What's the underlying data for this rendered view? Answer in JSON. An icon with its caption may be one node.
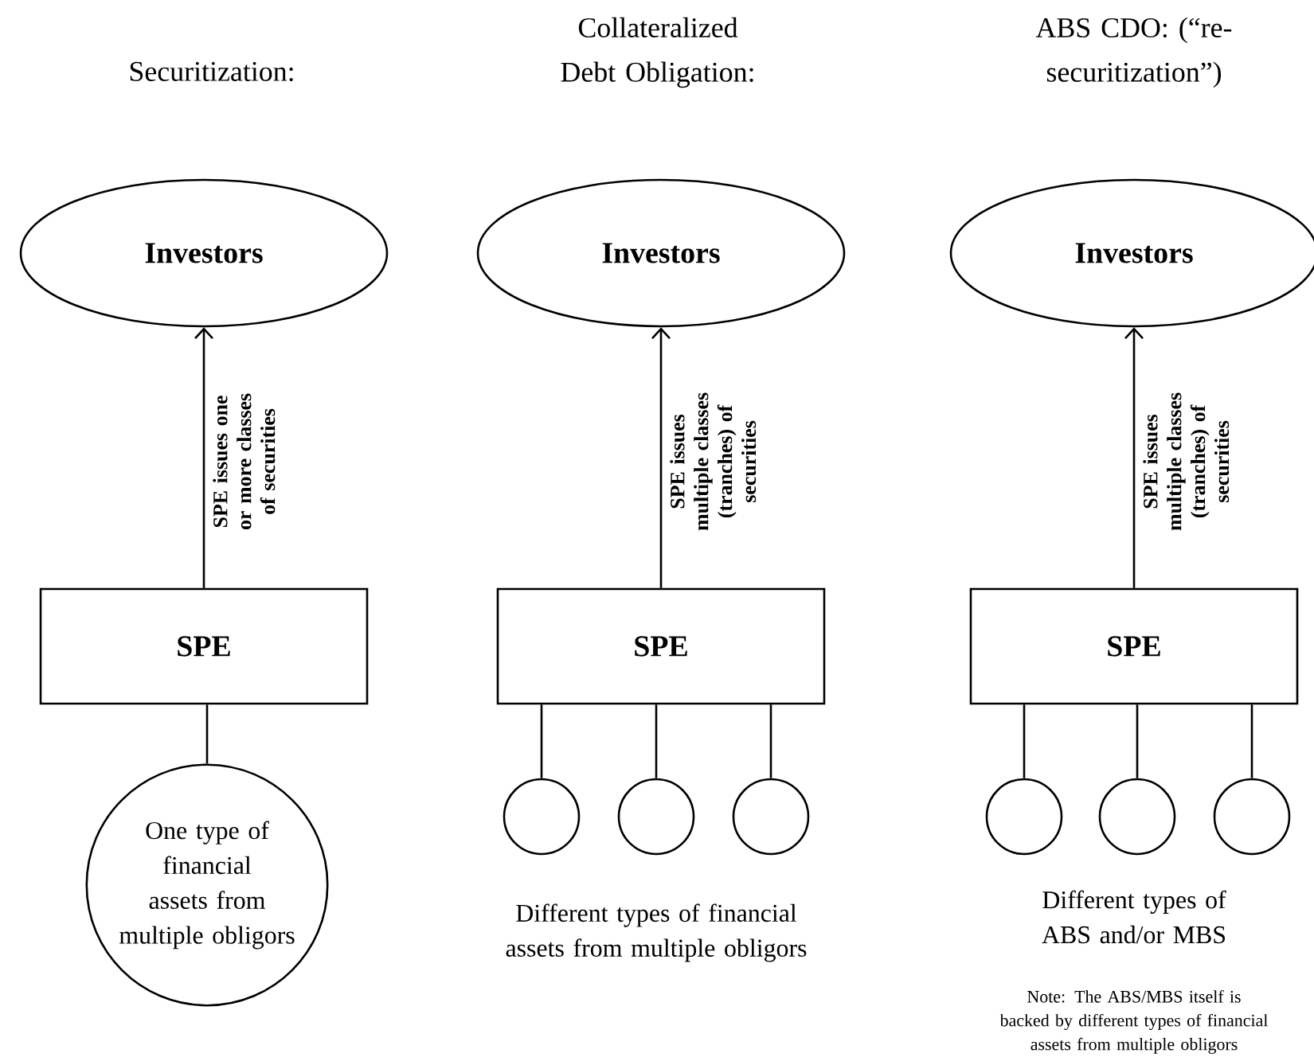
{
  "diagram": {
    "nodes": [
      {
        "text": [
          "Investors"
        ]
      },
      {
        "text": [
          "SPE"
        ]
      },
      {
        "text": [
          "One type of financial assets from multiple obligors"
        ]
      },
      {
        "text": [
          "Investors"
        ]
      },
      {
        "text": [
          "SPE"
        ]
      },
      {
        "text": [],
        "shape": "circle"
      },
      {
        "text": [],
        "shape": "circle"
      },
      {
        "text": [],
        "shape": "circle"
      },
      {
        "text": [
          "Investors"
        ]
      },
      {
        "text": [
          "SPE"
        ]
      },
      {
        "text": [],
        "shape": "circle"
      },
      {
        "text": [],
        "shape": "circle"
      },
      {
        "text": [],
        "shape": "circle"
      }
    ],
    "edges": [
      {
        "from": 1,
        "to": 0,
        "arrow": "to",
        "label": "SPE issues one or more classes of securities"
      },
      {
        "from": 2,
        "to": 1,
        "arrow": "none"
      },
      {
        "from": 4,
        "to": 3,
        "arrow": "to",
        "label": "SPE issues multiple classes (tranches) of securities"
      },
      {
        "from": 5,
        "to": 4,
        "arrow": "none"
      },
      {
        "from": 6,
        "to": 4,
        "arrow": "none"
      },
      {
        "from": 7,
        "to": 4,
        "arrow": "none"
      },
      {
        "from": 9,
        "to": 8,
        "arrow": "to",
        "label": "SPE issues multiple classes (tranches) of securities"
      },
      {
        "from": 10,
        "to": 9,
        "arrow": "none"
      },
      {
        "from": 11,
        "to": 9,
        "arrow": "none"
      },
      {
        "from": 12,
        "to": 9,
        "arrow": "none"
      }
    ],
    "labels": [
      "Securitization:",
      "Collateralized Debt Obligation:",
      "ABS CDO: (“re-securitization”)",
      "Different types of financial assets from multiple obligors",
      "Different types of ABS and/or MBS",
      "Note: The ABS/MBS itself is backed by different types of financial assets from multiple obligors"
    ]
  }
}
